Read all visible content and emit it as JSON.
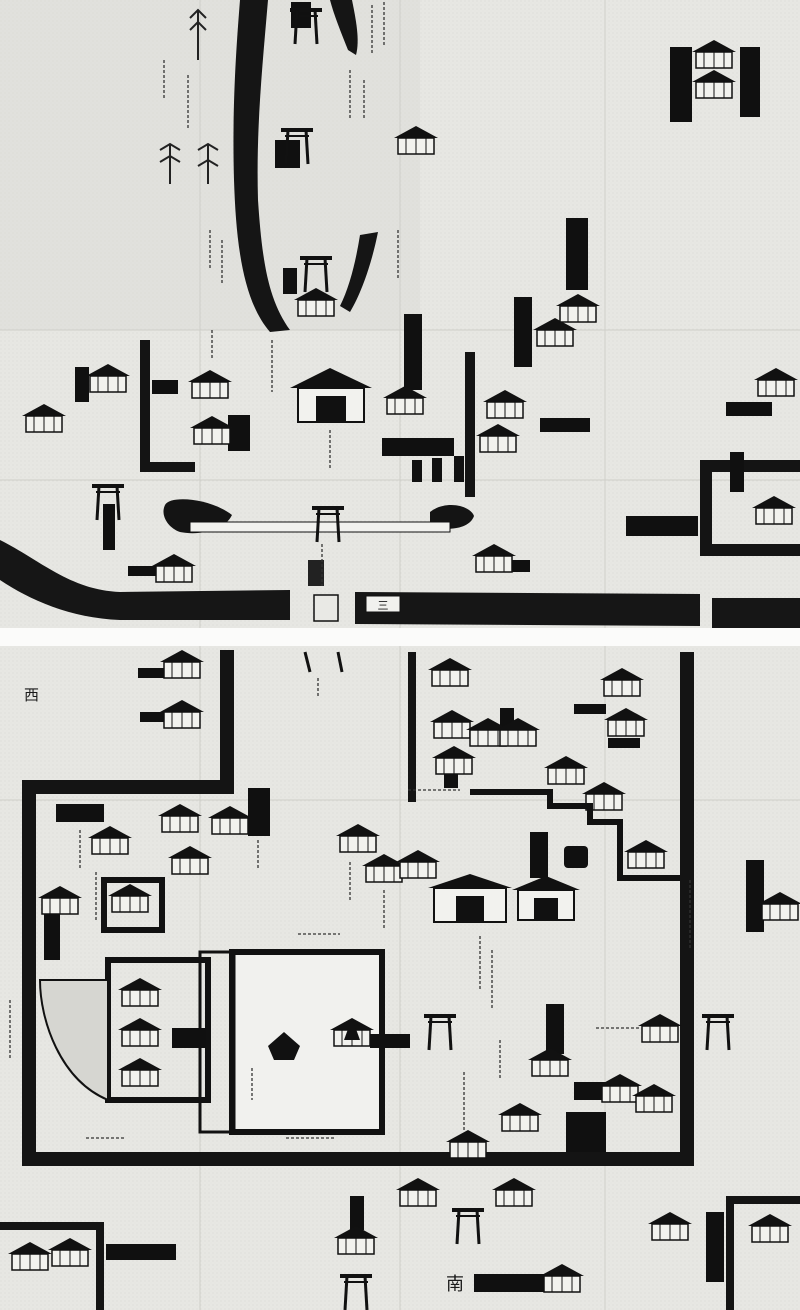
{
  "map": {
    "title": "",
    "labels": {
      "direction_west": "西",
      "direction_south": "南",
      "bridge_tag": "三"
    },
    "colors": {
      "paper": "#e6e6e2",
      "paper_light": "#f1f1ee",
      "ink": "#111111",
      "water": "#1b1b1b",
      "fold": "#ffffff"
    }
  }
}
